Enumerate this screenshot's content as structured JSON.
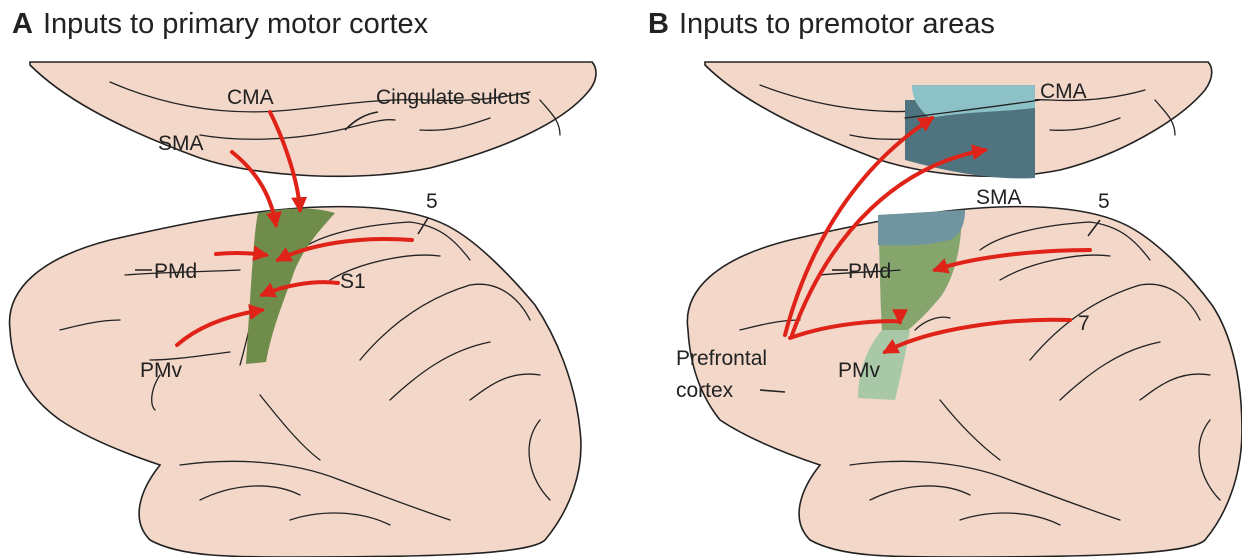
{
  "panel_a": {
    "letter": "A",
    "title": "Inputs to primary motor cortex",
    "labels": {
      "cma": "CMA",
      "cingulate_sulcus": "Cingulate sulcus",
      "sma": "SMA",
      "area5": "5",
      "pmd": "PMd",
      "s1": "S1",
      "pmv": "PMv"
    }
  },
  "panel_b": {
    "letter": "B",
    "title": "Inputs to premotor areas",
    "labels": {
      "cma": "CMA",
      "sma": "SMA",
      "area5": "5",
      "pmd": "PMd",
      "area7": "7",
      "prefrontal_line1": "Prefrontal",
      "prefrontal_line2": "cortex",
      "pmv": "PMv"
    }
  },
  "colors": {
    "brain_fill": "#f3d7c9",
    "outline": "#222222",
    "arrow": "#e02318",
    "primary_motor": "#6f8c4a",
    "premotor_green": "#85a56d",
    "pmv_green": "#a9c8a8",
    "sma_blue": "#4f7480",
    "sma_blue_light": "#6e95a0",
    "cma_cyan": "#8cc2c7"
  }
}
